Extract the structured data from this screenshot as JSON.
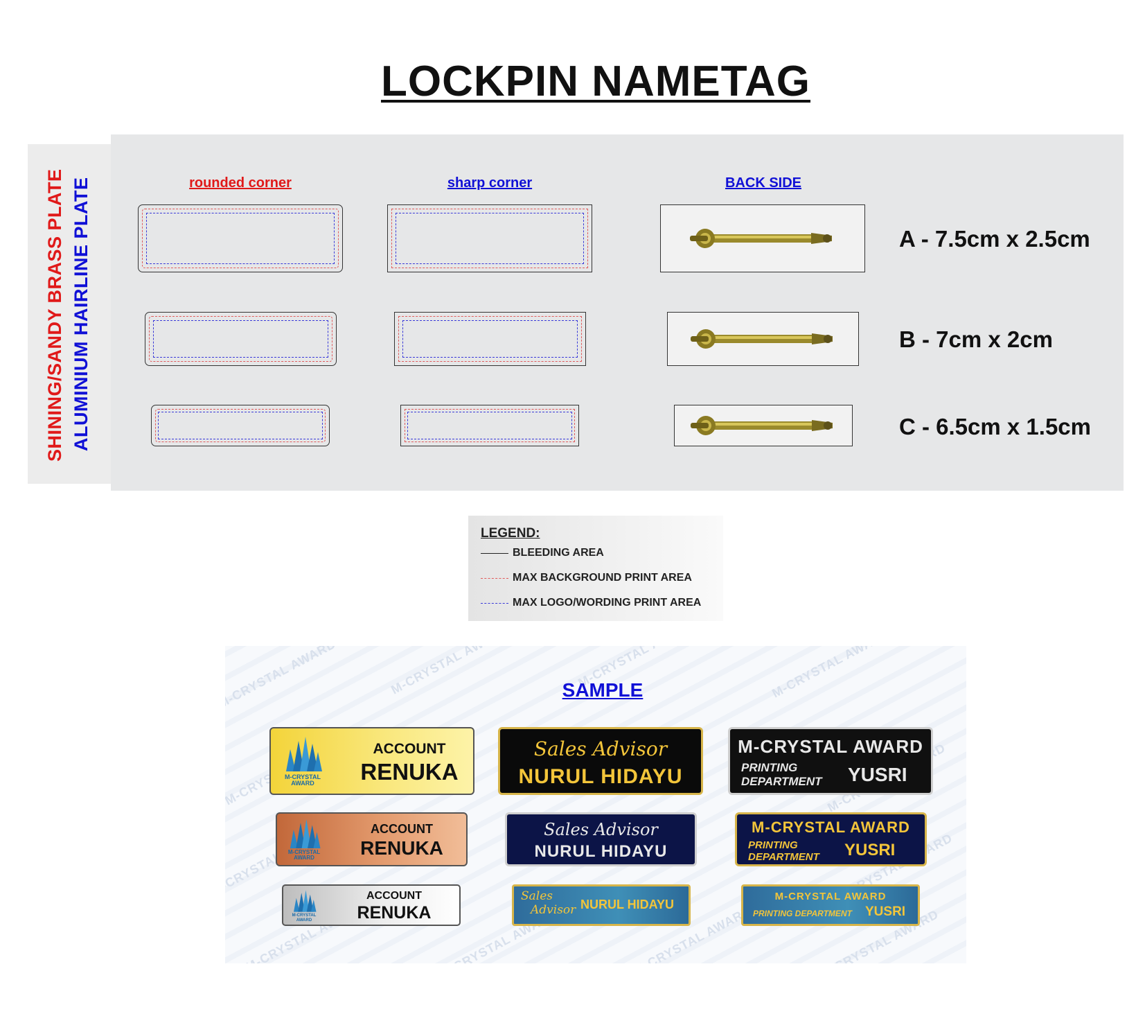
{
  "title": "LOCKPIN NAMETAG",
  "side_labels": {
    "brass": "SHINING/SANDY BRASS PLATE",
    "aluminium": "ALUMINIUM HAIRLINE PLATE"
  },
  "columns": {
    "rounded": "rounded corner",
    "sharp": "sharp corner",
    "back": "BACK SIDE"
  },
  "sizes": [
    {
      "label": "A - 7.5cm x 2.5cm"
    },
    {
      "label": "B - 7cm x 2cm"
    },
    {
      "label": "C - 6.5cm x 1.5cm"
    }
  ],
  "legend": {
    "title": "LEGEND:",
    "items": [
      {
        "label": "BLEEDING AREA",
        "style": "solid"
      },
      {
        "label": "MAX BACKGROUND PRINT AREA",
        "style": "red-dashed"
      },
      {
        "label": "MAX LOGO/WORDING PRINT AREA",
        "style": "blue-dashed"
      }
    ]
  },
  "sample": {
    "title": "SAMPLE",
    "watermark_text": "M-CRYSTAL AWARD",
    "logo_caption_1": "M-CRYSTAL",
    "logo_caption_2": "AWARD",
    "tag_role": "ACCOUNT",
    "tag_name": "RENUKA",
    "advisor_role": "Sales Advisor",
    "advisor_role_line1": "Sales",
    "advisor_role_line2": "Advisor",
    "advisor_name": "NURUL HIDAYU",
    "company": "M-CRYSTAL AWARD",
    "dept_line1": "PRINTING",
    "dept_line2": "DEPARTMENT",
    "dept_full": "PRINTING DEPARTMENT",
    "dept_name": "YUSRI"
  },
  "colors": {
    "red": "#e01919",
    "blue": "#1010d6",
    "gold_text": "#f3c53a",
    "panel": "#e6e7e8"
  }
}
